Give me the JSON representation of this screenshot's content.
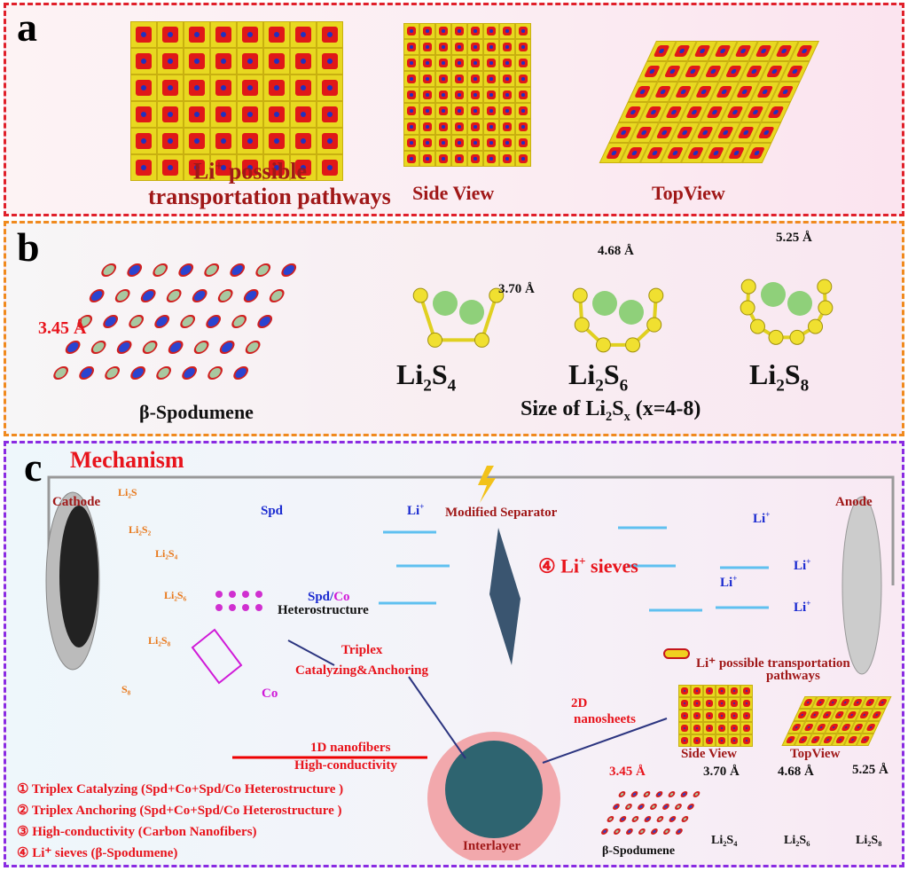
{
  "panel_a": {
    "letter": "a",
    "caption_main": "Li",
    "caption_sup": "+",
    "caption_rest": " possible",
    "caption_line2": "transportation pathways",
    "side_view": "Side View",
    "top_view": "TopView"
  },
  "panel_b": {
    "letter": "b",
    "spodumene_label": "β-Spodumene",
    "spacing": "3.45 Å",
    "li2s4": {
      "base": "Li",
      "sub1": "2",
      "s": "S",
      "sub2": "4",
      "dim": "3.70 Å"
    },
    "li2s6": {
      "base": "Li",
      "sub1": "2",
      "s": "S",
      "sub2": "6",
      "dim": "4.68 Å"
    },
    "li2s8": {
      "base": "Li",
      "sub1": "2",
      "s": "S",
      "sub2": "8",
      "dim": "5.25 Å"
    },
    "size_caption_pre": "Size of Li",
    "size_sub1": "2",
    "size_s": "S",
    "size_subx": "x",
    "size_caption_post": " (x=4-8)"
  },
  "panel_c": {
    "letter": "c",
    "title": "Mechanism",
    "cathode": "Cathode",
    "anode": "Anode",
    "modified_separator": "Modified Separator",
    "li_ion": "Li",
    "plus": "+",
    "sieves": "④ Li",
    "sieves_post": " sieves",
    "species": [
      "Li₂S",
      "Li₂S₂",
      "Li₂S₄",
      "Li₂S₆",
      "Li₂S₈",
      "S₈"
    ],
    "spd": "Spd",
    "co": "Co",
    "spd_co_a": "Spd",
    "spd_co_slash": "/",
    "spd_co_b": "Co",
    "heterostructure": "Heterostructure",
    "triplex_1": "Triplex",
    "triplex_2": "Catalyzing&Anchoring",
    "nanofibers_1": "1D nanofibers",
    "nanofibers_2": "High-conductivity",
    "nanosheets_1": "2D",
    "nanosheets_2": "nanosheets",
    "interlayer": "Interlayer",
    "legend_path_1": "Li⁺ possible transportation",
    "legend_path_2": "pathways",
    "side_view": "Side View",
    "top_view": "TopView",
    "spacing": "3.45 Å",
    "spodumene": "β-Spodumene",
    "mini": [
      {
        "dim": "3.70 Å",
        "label": "Li₂S₄"
      },
      {
        "dim": "4.68 Å",
        "label": "Li₂S₆"
      },
      {
        "dim": "5.25 Å",
        "label": "Li₂S₈"
      }
    ],
    "notes": [
      "① Triplex Catalyzing (Spd+Co+Spd/Co Heterostructure )",
      "② Triplex Anchoring (Spd+Co+Spd/Co Heterostructure )",
      "③ High-conductivity (Carbon Nanofibers)",
      "④ Li⁺ sieves (β-Spodumene)"
    ]
  },
  "colors": {
    "red": "#c4161c",
    "blue": "#1a2ad0",
    "magenta": "#d01ad8",
    "orange": "#e8781a",
    "sulfur": "#e8e020",
    "lithium": "#8fd07a"
  }
}
